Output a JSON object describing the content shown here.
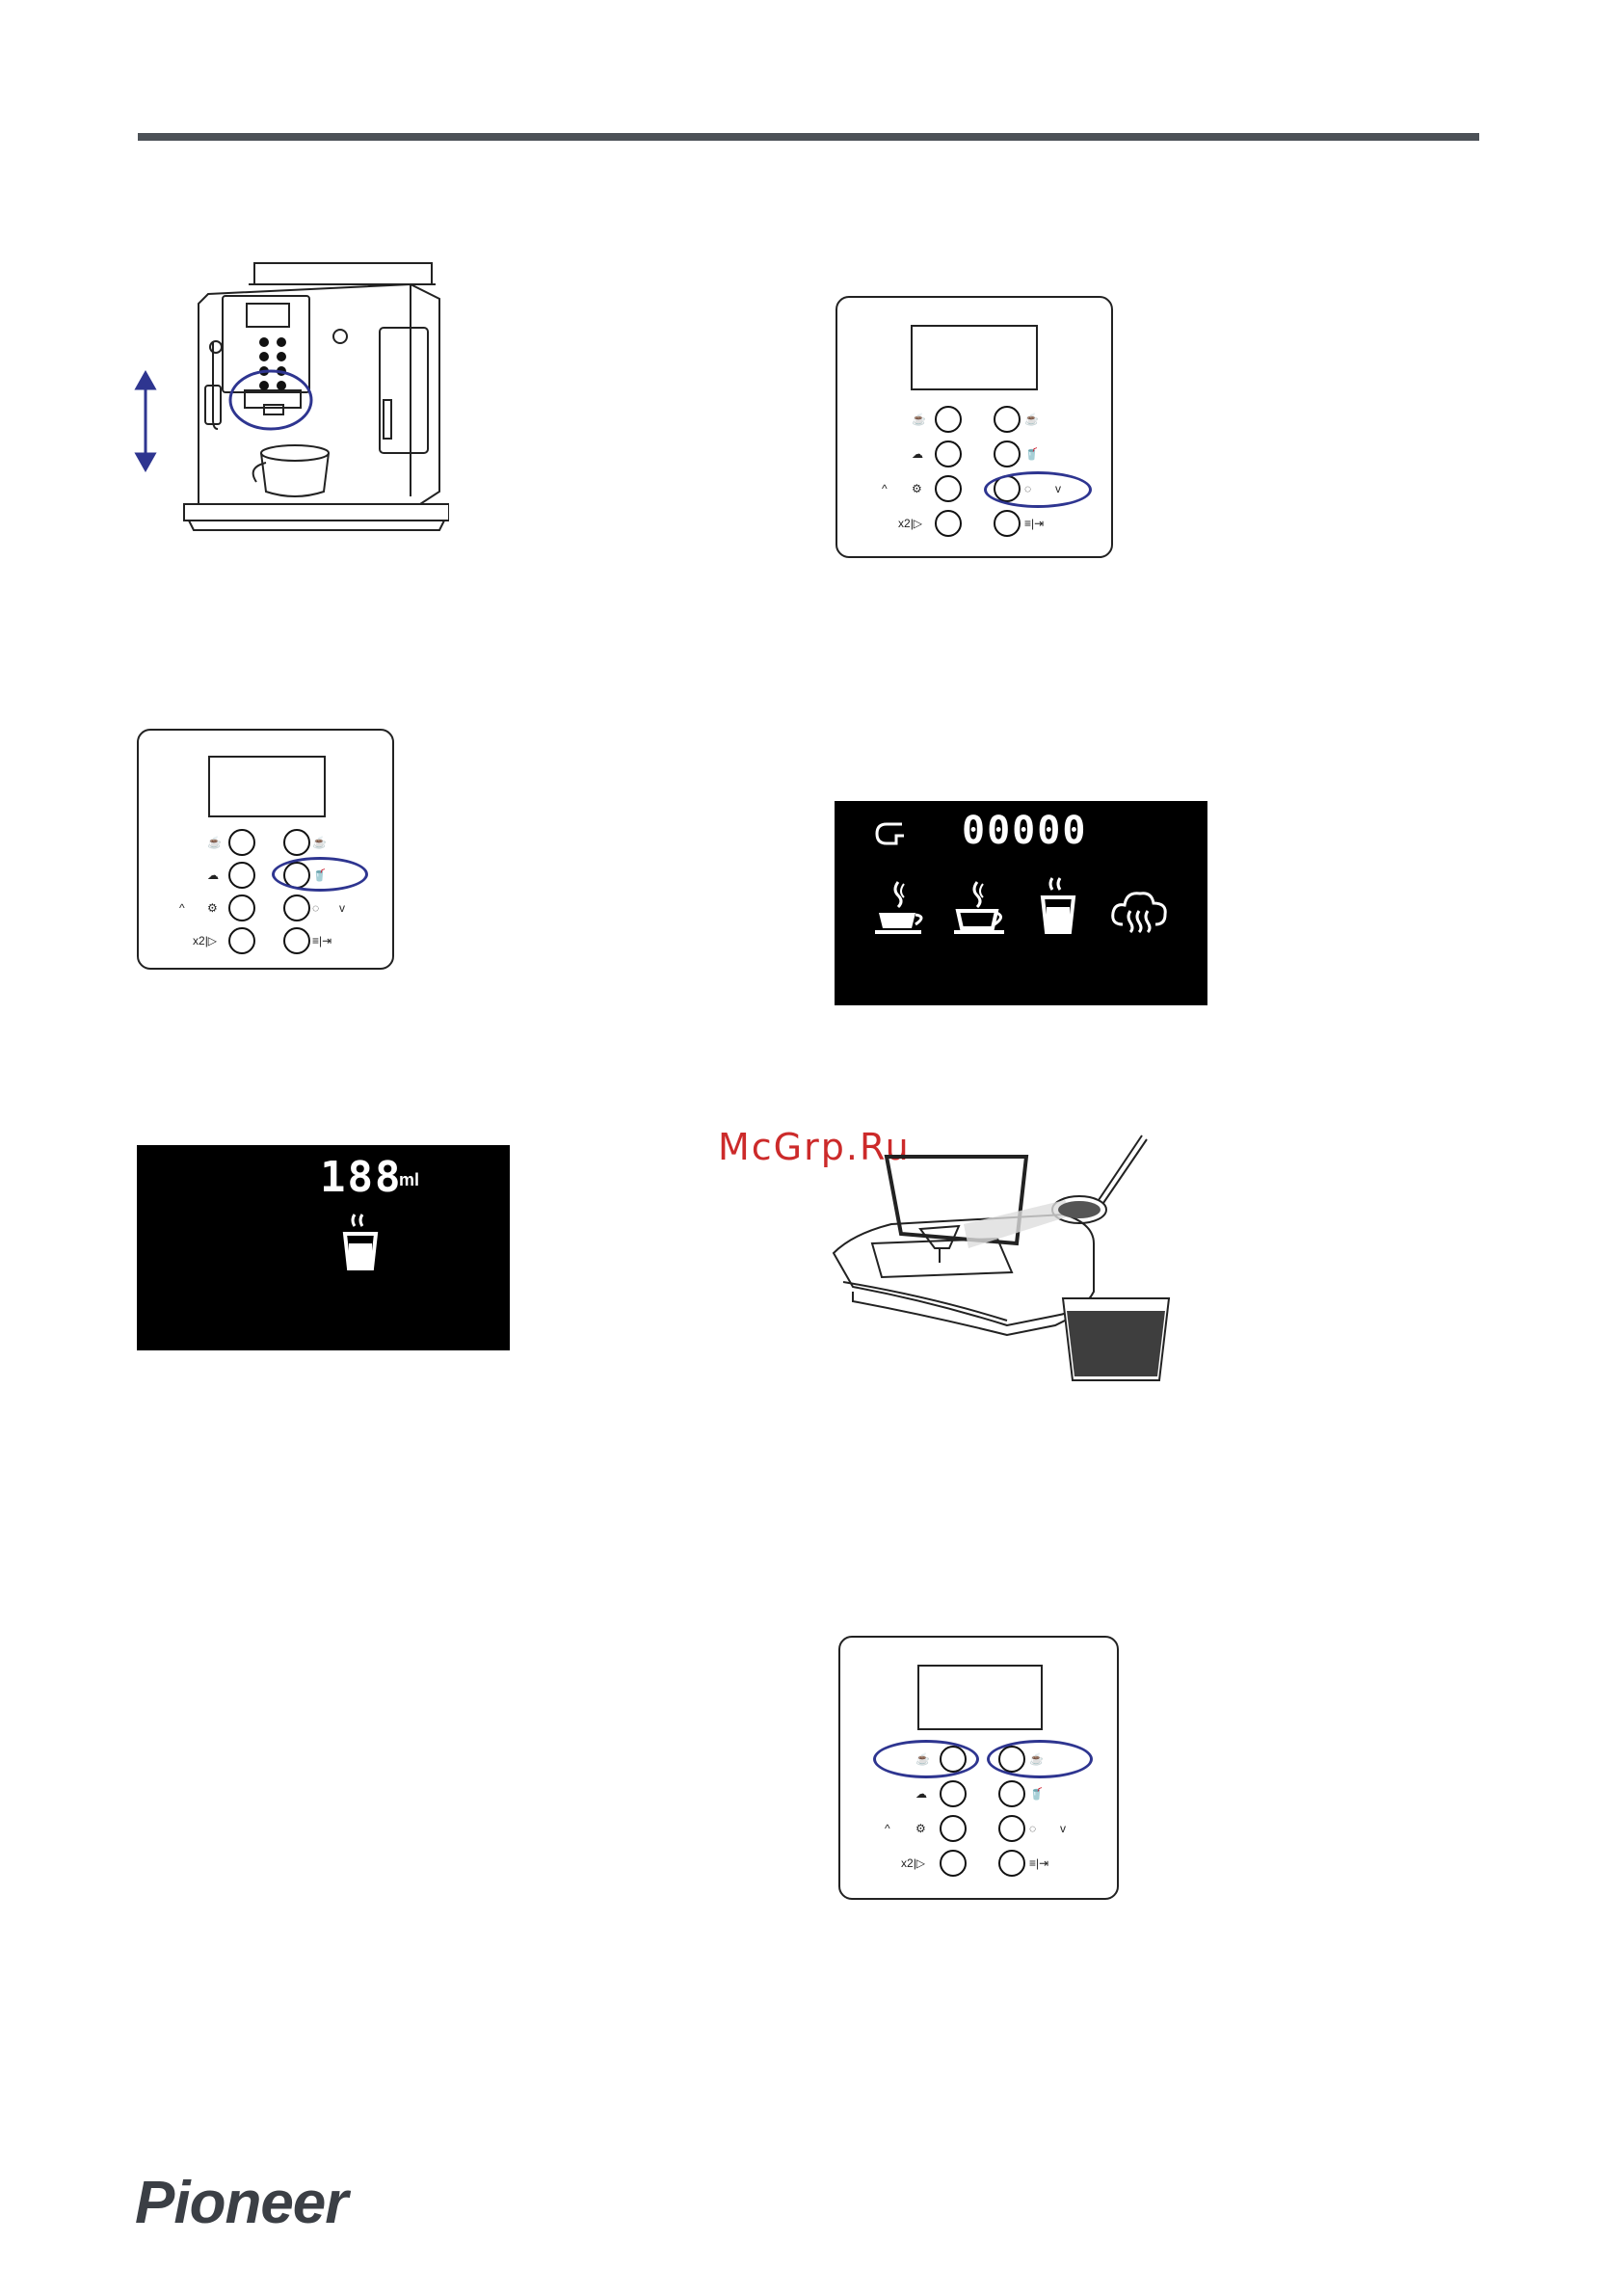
{
  "header": {
    "rule_color": "#4c5157"
  },
  "panel": {
    "left_icons": [
      "ristretto-cup-icon",
      "hot-water-cloud-icon",
      "settings-gear-icon",
      "double-cup-icon"
    ],
    "right_icons": [
      "espresso-cup-icon",
      "mug-icon",
      "strength-bean-icon",
      "menu-list-icon"
    ],
    "up_arrow": "^",
    "down_arrow": "v",
    "double_label": "x2",
    "highlight_color": "#2e3590"
  },
  "display_volume": {
    "value": "188",
    "unit": "ml",
    "icon": "tall-cup-icon"
  },
  "display_counter": {
    "value": "00000",
    "icons": [
      "key-icon",
      "espresso-cup-icon",
      "coffee-cup-icon",
      "tall-cup-icon",
      "steam-cloud-icon"
    ]
  },
  "watermark": {
    "text": "McGrp.Ru",
    "color": "#cc2a2a"
  },
  "footer": {
    "brand": "Pioneer"
  }
}
